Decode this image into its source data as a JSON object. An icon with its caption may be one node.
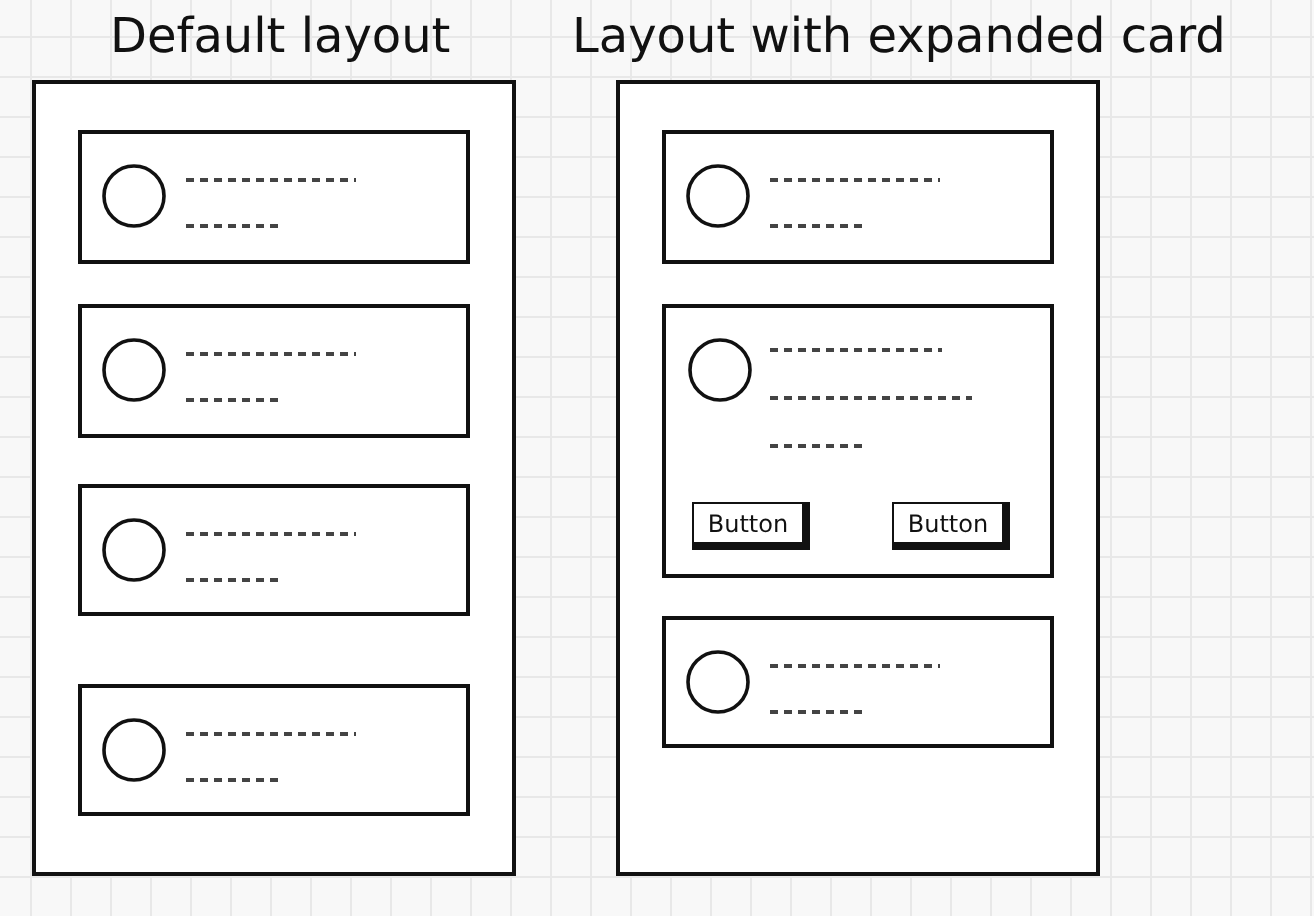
{
  "diagram": {
    "nodes": [
      {
        "text": [
          "Default layout"
        ]
      },
      {
        "text": [],
        "shape": "box",
        "in": 0
      },
      {
        "text": [],
        "shape": "box",
        "in": 0
      },
      {
        "text": [],
        "shape": "box",
        "in": 0
      },
      {
        "text": [],
        "shape": "box",
        "in": 0
      },
      {
        "text": [
          "Layout with expanded card"
        ]
      },
      {
        "text": [],
        "shape": "box",
        "in": 5
      },
      {
        "text": [],
        "shape": "box",
        "in": 5
      },
      {
        "text": [
          "Button"
        ],
        "in": 7
      },
      {
        "text": [
          "Button"
        ],
        "in": 7
      },
      {
        "text": [],
        "shape": "box",
        "in": 5
      }
    ]
  }
}
